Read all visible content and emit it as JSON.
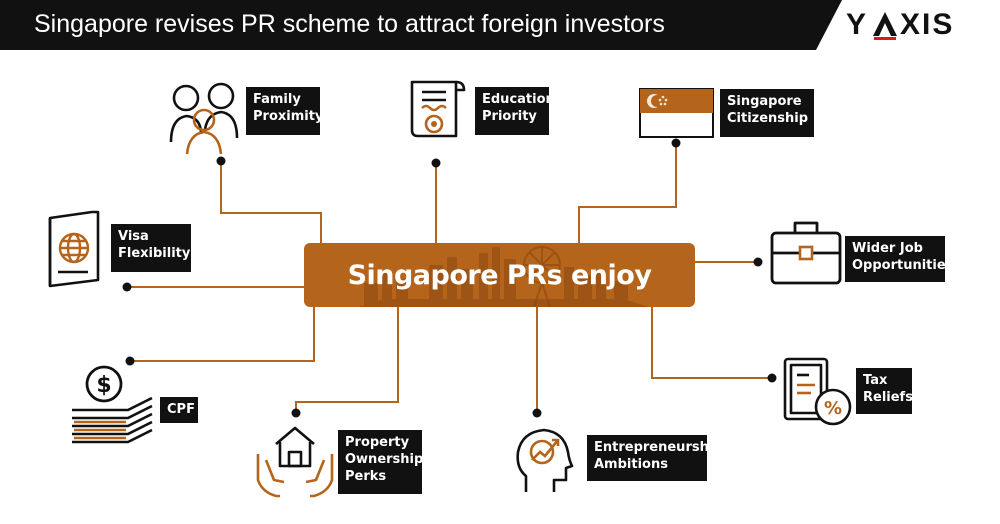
{
  "header": {
    "title": "Singapore revises PR scheme to attract foreign investors"
  },
  "logo": {
    "text_left": "Y",
    "text_right": "XIS",
    "mark": "A-chevron-mark"
  },
  "hub": {
    "label": "Singapore PRs enjoy",
    "background": "skyline-silhouette"
  },
  "colors": {
    "accent": "#b5641b",
    "connector": "#b5641b",
    "label_bg": "#111111",
    "logo_red": "#d71920"
  },
  "benefits": [
    {
      "id": "family-proximity",
      "label": "Family\nProximity",
      "icon": "family-icon"
    },
    {
      "id": "education-priority",
      "label": "Education\nPriority",
      "icon": "certificate-icon"
    },
    {
      "id": "singapore-citizenship",
      "label": "Singapore\nCitizenship",
      "icon": "singapore-flag-icon"
    },
    {
      "id": "visa-flexibility",
      "label": "Visa\nFlexibility",
      "icon": "passport-icon"
    },
    {
      "id": "wider-job-opportunities",
      "label": "Wider Job\nOpportunities",
      "icon": "briefcase-icon"
    },
    {
      "id": "cpf",
      "label": "CPF",
      "icon": "money-stack-icon"
    },
    {
      "id": "tax-reliefs",
      "label": "Tax\nReliefs",
      "icon": "tax-document-icon"
    },
    {
      "id": "property-ownership-perks",
      "label": "Property\nOwnership\nPerks",
      "icon": "house-hands-icon"
    },
    {
      "id": "entrepreneurship-ambitions",
      "label": "Entrepreneurship\nAmbitions",
      "icon": "head-growth-icon"
    }
  ]
}
